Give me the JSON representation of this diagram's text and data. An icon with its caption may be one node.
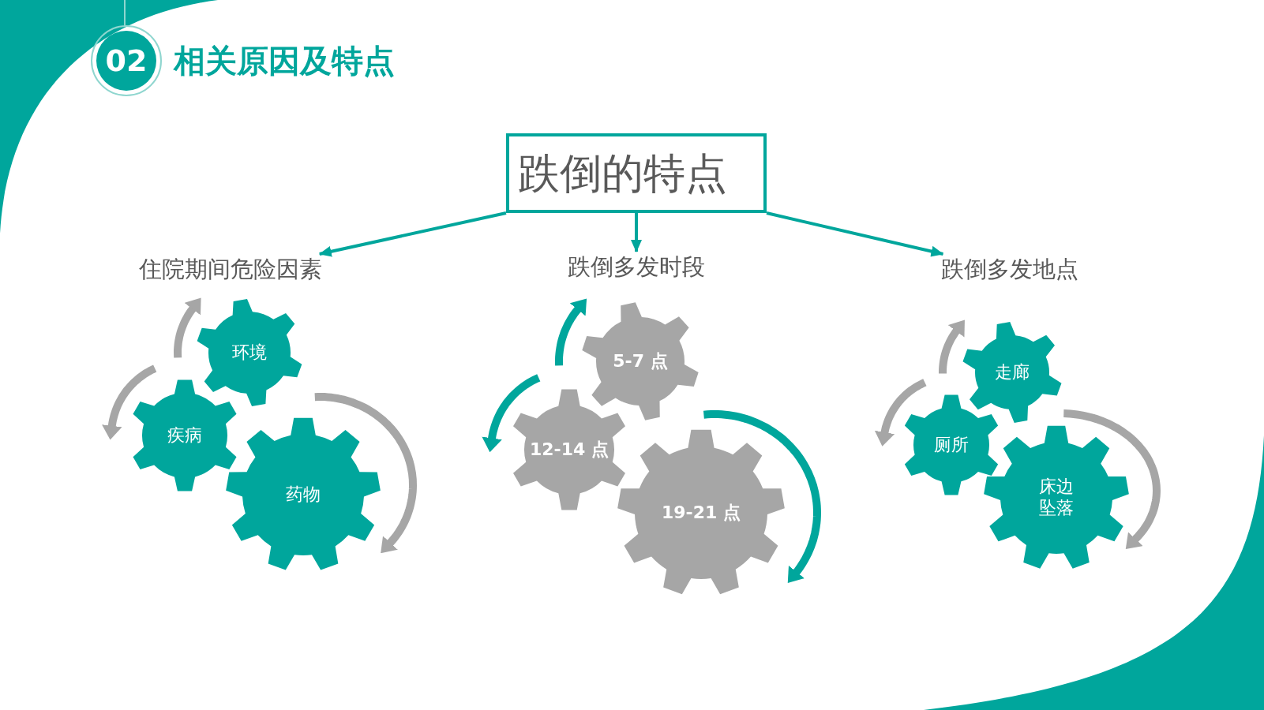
{
  "diagram": {
    "title": "相关原因及特点",
    "nodes": [
      {
        "text": [
          "02"
        ]
      },
      {
        "text": [
          "跌倒的特点"
        ]
      },
      {
        "text": [
          "住院期间危险因素"
        ]
      },
      {
        "text": [
          "跌倒多发时段"
        ]
      },
      {
        "text": [
          "跌倒多发地点"
        ]
      },
      {
        "text": [
          "环境"
        ]
      },
      {
        "text": [
          "疾病"
        ]
      },
      {
        "text": [
          "药物"
        ]
      },
      {
        "text": [
          "5-7 点"
        ]
      },
      {
        "text": [
          "12-14 点"
        ]
      },
      {
        "text": [
          "19-21 点"
        ]
      },
      {
        "text": [
          "走廊"
        ]
      },
      {
        "text": [
          "厕所"
        ]
      },
      {
        "text": [
          "床边坠落"
        ]
      }
    ],
    "edges": [
      {
        "from": 1,
        "to": 2,
        "arrow": "to"
      },
      {
        "from": 1,
        "to": 3,
        "arrow": "to"
      },
      {
        "from": 1,
        "to": 4,
        "arrow": "to"
      }
    ]
  }
}
